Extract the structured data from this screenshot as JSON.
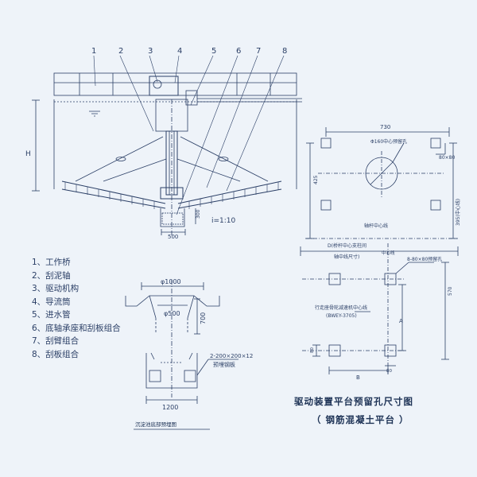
{
  "callouts": [
    "1",
    "2",
    "3",
    "4",
    "5",
    "6",
    "7",
    "8"
  ],
  "legend": [
    "1、工作桥",
    "2、刮泥轴",
    "3、驱动机构",
    "4、导流筒",
    "5、进水管",
    "6、底轴承座和刮板组合",
    "7、刮臂组合",
    "8、刮板组合"
  ],
  "elevation": {
    "height_label": "H",
    "slope_label": "i=1:10",
    "dim_500": "500",
    "dim_300": "300"
  },
  "pit": {
    "dim_top": "φ1000",
    "dim_inner": "φ500",
    "dim_side": "700",
    "dim_bottom": "1200",
    "note_line1": "2-200×200×12",
    "note_line2": "预埋钢板",
    "caption": "沉淀池底部预埋图"
  },
  "plan_view": {
    "dim_width": "730",
    "dim_square": "80×80",
    "dim_left": "425",
    "dim_right": "395(中心线)",
    "hole_note": "Φ160中心预留孔",
    "axis_note": "轴杆中心线"
  },
  "bridge_plan": {
    "note_top1": "D(桥杆中心支柱间",
    "note_top2": "轴中线尺寸)",
    "center_label": "中心线",
    "hole_label": "8-80×80预留孔",
    "dim_570": "570",
    "note_mid1": "行走座骨轮减速机中心线",
    "note_mid2": "(BWEY-3705)",
    "label_a": "A",
    "label_b": "B",
    "dim_80_left": "80",
    "dim_80_bottom": "80"
  },
  "title": {
    "main": "驱动装置平台预留孔尺寸图",
    "sub": "（ 钢筋混凝土平台 ）"
  },
  "colors": {
    "line": "#2b3f66",
    "background": "#eef3f9"
  }
}
